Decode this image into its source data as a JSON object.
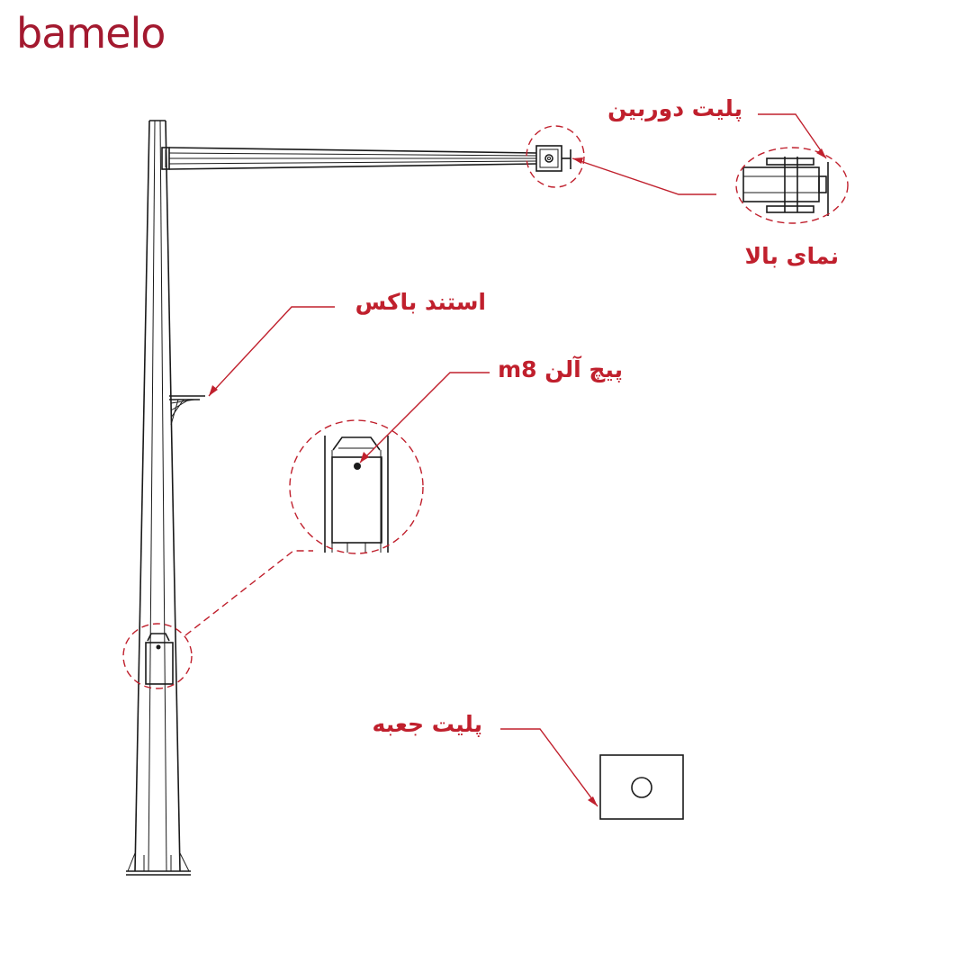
{
  "brand": {
    "logo_text": "bamelo"
  },
  "labels": {
    "camera_plate": "پلیت دوربین",
    "top_view": "نمای بالا",
    "box_stand": "استند باکس",
    "allen_bolt": "پیچ آلن m8",
    "box_plate": "پلیت جعبه"
  },
  "colors": {
    "accent": "#c0202d",
    "brand": "#a3192f",
    "line": "#1a1a1a",
    "background": "#ffffff"
  }
}
